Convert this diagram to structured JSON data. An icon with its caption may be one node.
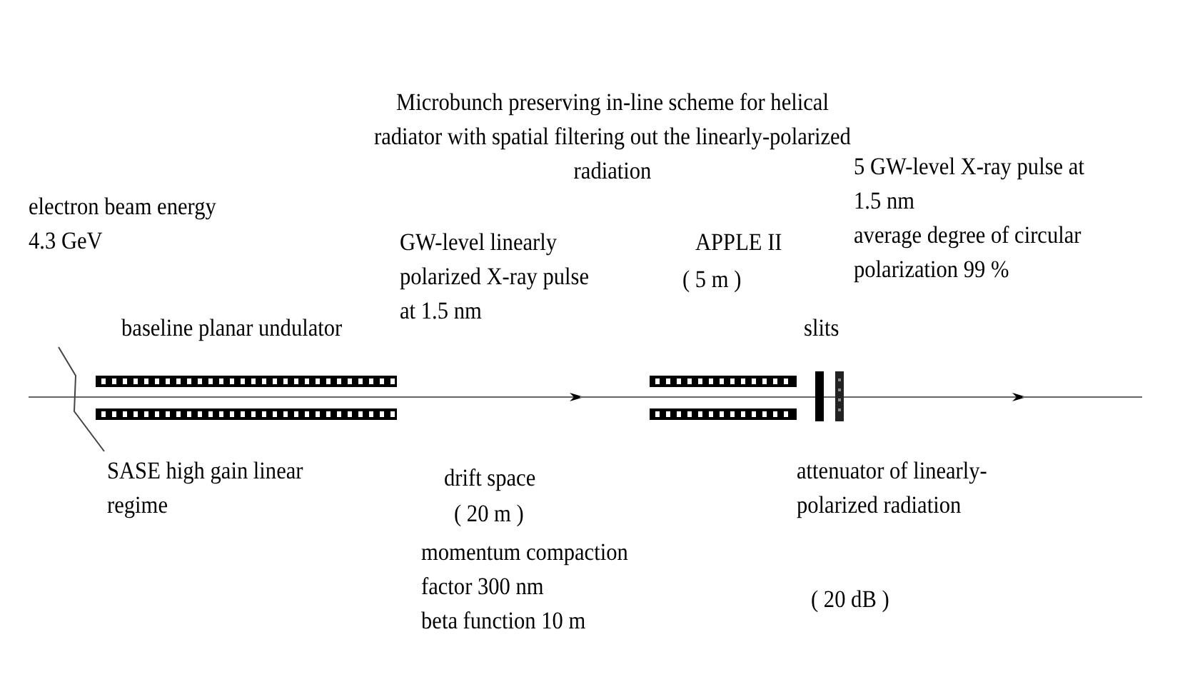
{
  "diagram": {
    "title": "Microbunch preserving in-line scheme for helical radiator with spatial filtering out the linearly-polarized radiation",
    "labels": [
      "5 GW-level X-ray pulse at 1.5 nm",
      "average degree of circular polarization 99 %",
      "electron beam energy 4.3 GeV",
      "GW-level linearly polarized X-ray pulse at 1.5 nm",
      "APPLE II",
      "( 5 m )",
      "baseline planar undulator",
      "slits",
      "SASE high gain linear regime",
      "drift space",
      "( 20 m )",
      "attenuator of linearly-polarized radiation",
      "momentum compaction factor 300 nm",
      "beta function 10 m",
      "( 20 dB )"
    ]
  }
}
